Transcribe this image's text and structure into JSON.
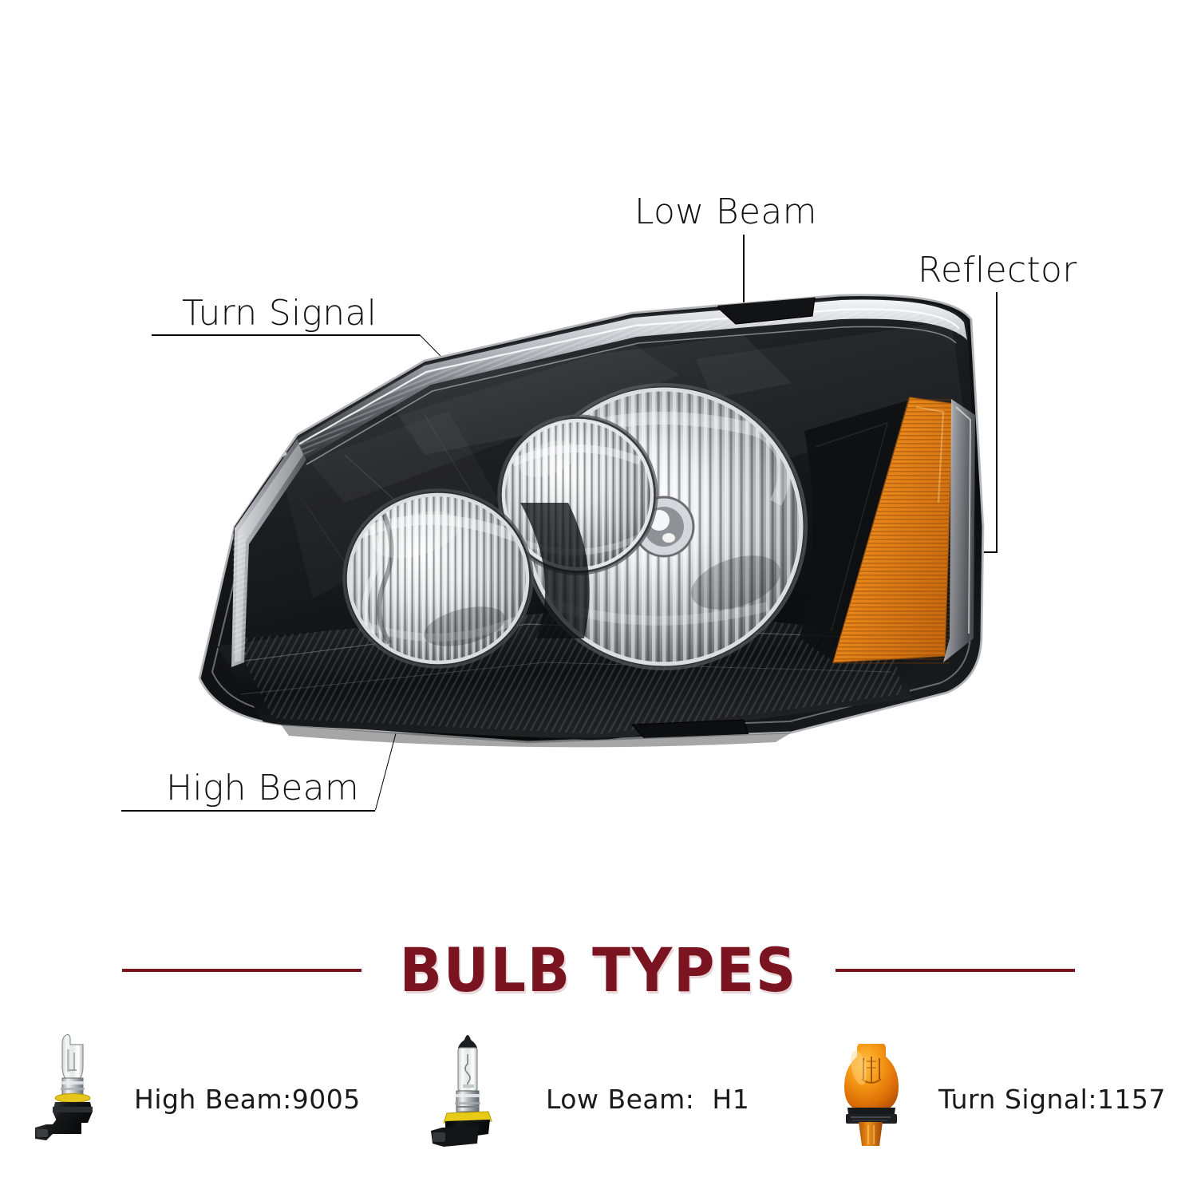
{
  "diagram": {
    "product": "headlight-assembly",
    "callouts": [
      {
        "id": "turn-signal",
        "label": "Turn Signal"
      },
      {
        "id": "low-beam",
        "label": "Low Beam"
      },
      {
        "id": "reflector",
        "label": "Reflector"
      },
      {
        "id": "high-beam",
        "label": "High Beam"
      }
    ]
  },
  "bulb_section": {
    "heading": "BULB TYPES",
    "accent_color": "#7A1420",
    "items": [
      {
        "id": "high-beam-bulb",
        "label": "High Beam:9005",
        "bulb": "9005-halogen-clear"
      },
      {
        "id": "low-beam-bulb",
        "label": "Low Beam:  H1",
        "bulb": "h1-halogen-clear"
      },
      {
        "id": "turn-signal-bulb",
        "label": "Turn Signal:1157",
        "bulb": "1157-amber-wedge"
      }
    ]
  },
  "colors": {
    "amber_reflector": "#E8861A",
    "marker_blue": "#1774D1",
    "housing_black": "#121212",
    "chrome": "#d8dade"
  }
}
